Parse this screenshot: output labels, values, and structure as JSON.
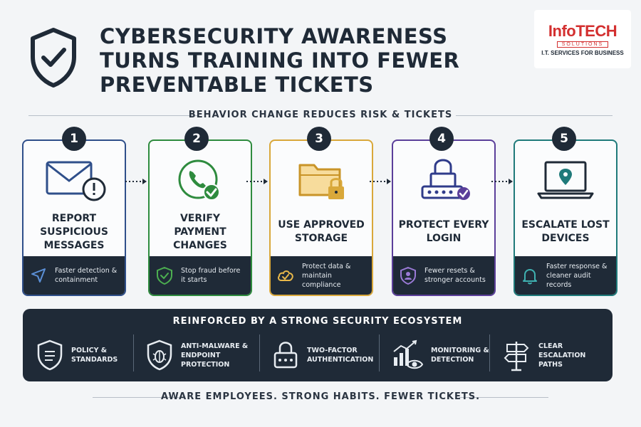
{
  "header": {
    "title_lines": [
      "CYBERSECURITY AWARENESS",
      "TURNS TRAINING INTO FEWER",
      "PREVENTABLE TICKETS"
    ],
    "icon": "shield-check-icon"
  },
  "logo": {
    "word_info": "Info",
    "word_tech": "TECH",
    "sub": "SOLUTIONS",
    "tagline": "I.T. SERVICES FOR BUSINESS"
  },
  "section_label": "BEHAVIOR CHANGE REDUCES RISK & TICKETS",
  "steps": [
    {
      "num": "1",
      "title": "REPORT SUSPICIOUS MESSAGES",
      "foot": "Faster detection & containment",
      "color": "#2f4f8a",
      "icon": "envelope-alert-icon",
      "foot_icon": "send-arrow-icon"
    },
    {
      "num": "2",
      "title": "VERIFY PAYMENT CHANGES",
      "foot": "Stop fraud before it starts",
      "color": "#2e8b3e",
      "icon": "phone-check-icon",
      "foot_icon": "shield-check-icon"
    },
    {
      "num": "3",
      "title": "USE APPROVED STORAGE",
      "foot": "Protect data & maintain compliance",
      "color": "#d9a83a",
      "icon": "folder-lock-icon",
      "foot_icon": "cloud-check-icon"
    },
    {
      "num": "4",
      "title": "PROTECT EVERY LOGIN",
      "foot": "Fewer resets & stronger accounts",
      "color": "#5b3f9a",
      "icon": "padlock-password-icon",
      "foot_icon": "user-shield-icon"
    },
    {
      "num": "5",
      "title": "ESCALATE LOST DEVICES",
      "foot": "Faster response & cleaner audit records",
      "color": "#1f7a7a",
      "icon": "laptop-location-icon",
      "foot_icon": "bell-icon"
    }
  ],
  "ecosystem": {
    "title": "REINFORCED BY A STRONG SECURITY ECOSYSTEM",
    "items": [
      {
        "label": "POLICY & STANDARDS",
        "icon": "policy-shield-icon"
      },
      {
        "label": "ANTI-MALWARE & ENDPOINT PROTECTION",
        "icon": "bug-shield-icon"
      },
      {
        "label": "TWO-FACTOR AUTHENTICATION",
        "icon": "padlock-2fa-icon"
      },
      {
        "label": "MONITORING & DETECTION",
        "icon": "chart-eye-icon"
      },
      {
        "label": "CLEAR ESCALATION PATHS",
        "icon": "signpost-icon"
      }
    ]
  },
  "footer": "AWARE EMPLOYEES. STRONG HABITS. FEWER TICKETS.",
  "colors": {
    "dark": "#1f2a37",
    "brand_red": "#d32f2f"
  }
}
